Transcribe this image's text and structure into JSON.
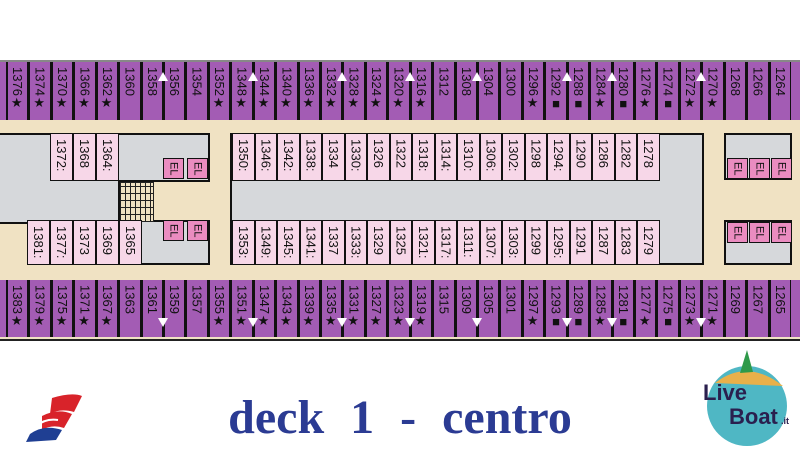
{
  "title": "deck 1 - centro",
  "logos": {
    "left": "Carnival",
    "right": "LiveBoat.it"
  },
  "elevator_label": "EL",
  "colors": {
    "outer_cabin": "#a35cb4",
    "inner_cabin": "#f7d7e8",
    "elevator": "#ea8cc0",
    "corridor": "#f0e2c3",
    "title": "#2b3b93"
  },
  "outer_top": [
    "1376★",
    "1374★",
    "1370★",
    "1366★",
    "1362★",
    "1360",
    "1358",
    "1356",
    "1354",
    "1352★",
    "1348★",
    "1344★",
    "1340★",
    "1336★",
    "1332★",
    "1328★",
    "1324★",
    "1320★",
    "1316★",
    "1312",
    "1308",
    "1304",
    "1300",
    "1296★",
    "1292■",
    "1288■",
    "1284★",
    "1280■",
    "1276★",
    "1274■",
    "1272★",
    "1270★",
    "1268",
    "1266",
    "1264"
  ],
  "outer_bottom": [
    "1383★",
    "1379★",
    "1375★",
    "1371★",
    "1367★",
    "1363",
    "1361",
    "1359",
    "1357",
    "1355★",
    "1351★",
    "1347★",
    "1343★",
    "1339★",
    "1335★",
    "1331★",
    "1327★",
    "1323★",
    "1319★",
    "1315",
    "1309",
    "1305",
    "1301",
    "1297★",
    "1293■",
    "1289■",
    "1285★",
    "1281■",
    "1277★",
    "1275■",
    "1273★",
    "1271★",
    "1269",
    "1267",
    "1265"
  ],
  "inner_top_left": [
    "1372:",
    "1368",
    "1364:"
  ],
  "inner_top_mid": [
    "1350:",
    "1346:",
    "1342:",
    "1338:",
    "1334",
    "1330:",
    "1326",
    "1322",
    "1318:",
    "1314:",
    "1310:",
    "1306:",
    "1302:",
    "1298",
    "1294:",
    "1290",
    "1286",
    "1282",
    "1278"
  ],
  "inner_bottom_left": [
    "1381:",
    "1377:",
    "1373",
    "1369",
    "1365"
  ],
  "inner_bottom_mid": [
    "1353:",
    "1349:",
    "1345:",
    "1341:",
    "1337",
    "1333:",
    "1329",
    "1325",
    "1321:",
    "1317:",
    "1311:",
    "1307:",
    "1303:",
    "1299",
    "1295:",
    "1291",
    "1287",
    "1283",
    "1279"
  ]
}
